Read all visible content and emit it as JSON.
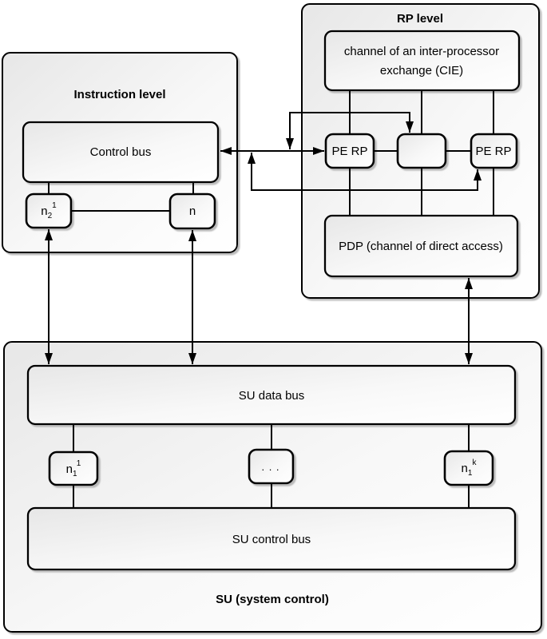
{
  "rp_level": {
    "title": "RP level",
    "cie_line1": "channel of an inter-processor",
    "cie_line2": "exchange (CIE)",
    "pe_left": "PE RP",
    "pe_right": "PE RP",
    "pdp": "PDP (channel of direct access)"
  },
  "instruction_level": {
    "title": "Instruction level",
    "control_bus": "Control bus",
    "node_n2": {
      "base": "n",
      "sub": "2",
      "sup": "1"
    },
    "node_n": "n"
  },
  "su": {
    "title": "SU (system control)",
    "data_bus": "SU data bus",
    "control_bus": "SU control bus",
    "node_first": {
      "base": "n",
      "sub": "1",
      "sup": "1"
    },
    "node_dots": ". . .",
    "node_last": {
      "base": "n",
      "sub": "1",
      "sup": "k"
    }
  },
  "colors": {
    "line": "#000000",
    "box_border": "#000000",
    "box_fill_top": "#e7e7e7",
    "box_fill_bottom": "#ffffff",
    "shadow": "#b0b0b0",
    "background": "#ffffff"
  }
}
